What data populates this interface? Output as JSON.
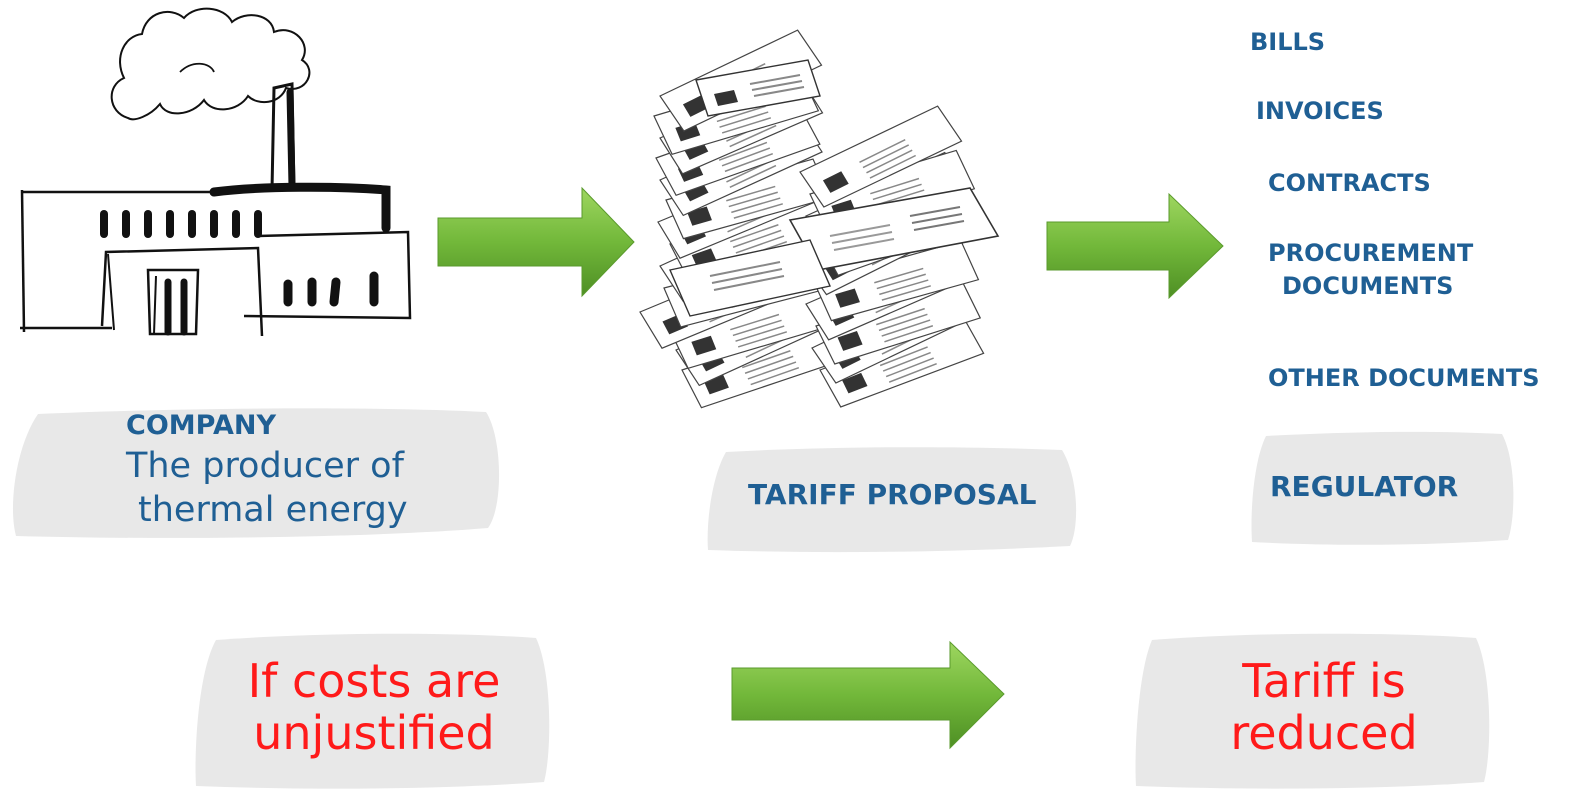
{
  "company": {
    "heading": "COMPANY",
    "line1": "The producer of",
    "line2": "thermal energy"
  },
  "tariff_proposal": {
    "label": "TARIFF PROPOSAL"
  },
  "regulator": {
    "label": "REGULATOR"
  },
  "documents": {
    "bills": "BILLS",
    "invoices": "INVOICES",
    "contracts": "CONTRACTS",
    "procurement_line1": "PROCUREMENT",
    "procurement_line2": "DOCUMENTS",
    "other": "OTHER DOCUMENTS"
  },
  "outcome": {
    "condition_line1": "If costs are",
    "condition_line2": "unjustified",
    "result_line1": "Tariff is",
    "result_line2": "reduced"
  },
  "colors": {
    "label_blue": "#1f5f94",
    "outcome_red": "#ff1a1a",
    "arrow_green": "#72b83a",
    "box_gray": "#e8e8e8"
  },
  "icons": [
    "factory-icon",
    "document-stack-icon",
    "right-arrow-icon"
  ]
}
